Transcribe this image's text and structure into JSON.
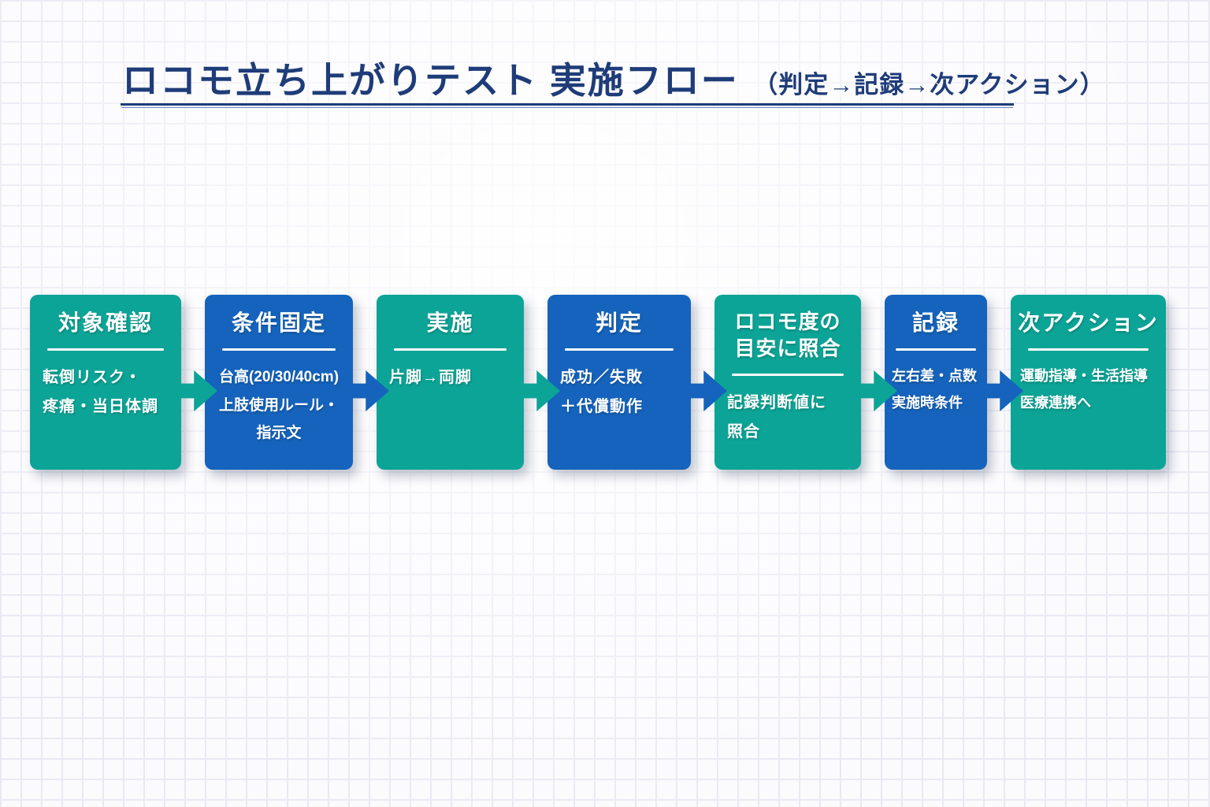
{
  "title": {
    "main": "ロコモ立ち上がりテスト 実施フロー",
    "sub": "（判定→記録→次アクション）"
  },
  "colors": {
    "teal": "#0CA496",
    "blue": "#1563BC",
    "title_navy": "#1E3C78",
    "background": "#FBFAFD",
    "grid_line": "#EAE9F3",
    "box_text": "#FFFFFF"
  },
  "steps": [
    {
      "heading_lines": [
        "対象確認"
      ],
      "body_lines": [
        "転倒リスク・",
        "疼痛・当日体調"
      ],
      "color": "teal",
      "arrow_after": "teal"
    },
    {
      "heading_lines": [
        "条件固定"
      ],
      "body_lines": [
        "台高(20/30/40cm)",
        "上肢使用ルール・",
        "指示文"
      ],
      "color": "blue",
      "arrow_after": "blue"
    },
    {
      "heading_lines": [
        "実施"
      ],
      "body_lines": [
        "片脚→両脚"
      ],
      "color": "teal",
      "arrow_after": "teal"
    },
    {
      "heading_lines": [
        "判定"
      ],
      "body_lines": [
        "成功／失敗",
        "＋代償動作"
      ],
      "color": "blue",
      "arrow_after": "blue"
    },
    {
      "heading_lines": [
        "ロコモ度の",
        "目安に照合"
      ],
      "body_lines": [
        "記録判断値に",
        "照合"
      ],
      "color": "teal",
      "arrow_after": "teal"
    },
    {
      "heading_lines": [
        "記録"
      ],
      "body_lines": [
        "左右差・点数",
        "実施時条件"
      ],
      "color": "blue",
      "arrow_after": "blue"
    },
    {
      "heading_lines": [
        "次アクション"
      ],
      "body_lines": [
        "運動指導・生活指導",
        "医療連携へ"
      ],
      "color": "teal",
      "arrow_after": null
    }
  ]
}
